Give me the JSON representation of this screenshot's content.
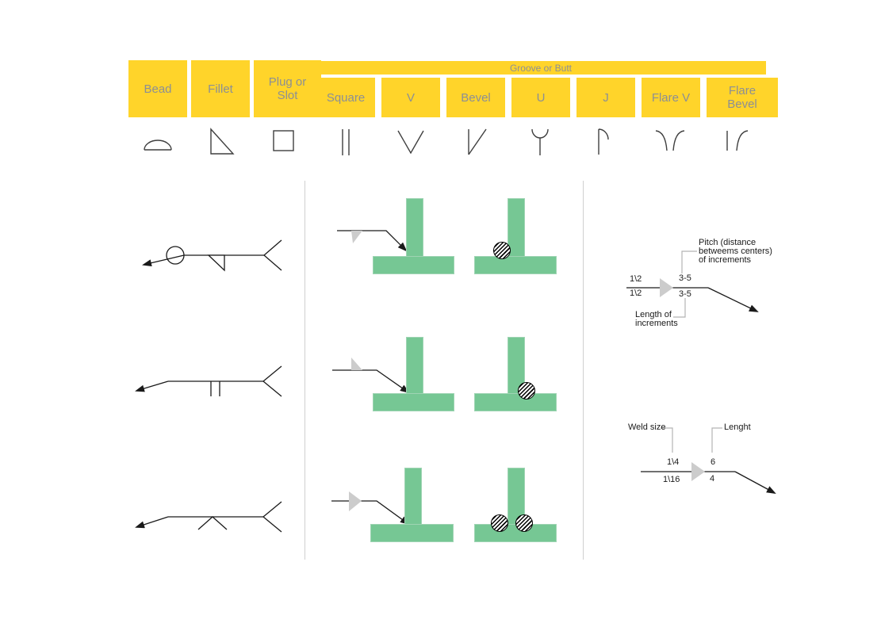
{
  "palette": {
    "yellow": "#FFD42A",
    "header_text": "#8C8F94",
    "green": "#76C794",
    "line_color": "#1A1A1A",
    "leader_gray": "#B3B3B3",
    "triangle_gray": "#CCCCCC"
  },
  "header": {
    "groove_label": "Groove or Butt",
    "cells": [
      {
        "label": "Bead",
        "icon": "bead-symbol-icon"
      },
      {
        "label": "Fillet",
        "icon": "fillet-symbol-icon"
      },
      {
        "label": "Plug or Slot",
        "icon": "plug-or-slot-symbol-icon"
      }
    ],
    "groove_cells": [
      {
        "label": "Square",
        "icon": "square-groove-symbol-icon"
      },
      {
        "label": "V",
        "icon": "v-groove-symbol-icon"
      },
      {
        "label": "Bevel",
        "icon": "bevel-groove-symbol-icon"
      },
      {
        "label": "U",
        "icon": "u-groove-symbol-icon"
      },
      {
        "label": "J",
        "icon": "j-groove-symbol-icon"
      },
      {
        "label": "Flare V",
        "icon": "flare-v-symbol-icon"
      },
      {
        "label": "Flare Bevel",
        "icon": "flare-bevel-symbol-icon"
      }
    ]
  },
  "annotations": {
    "pitch": {
      "line1": "Pitch (distance",
      "line2": "betweems centers)",
      "line3": "of increments"
    },
    "length_top": {
      "line1": "Length of",
      "line2": "increments"
    },
    "top_values": {
      "above_left": "1\\2",
      "below_left": "1\\2",
      "above_right": "3-5",
      "below_right": "3-5"
    },
    "weld_size_label": "Weld size",
    "length_label": "Lenght",
    "bottom_values": {
      "above_left": "1\\4",
      "below_left": "1\\16",
      "above_right": "6",
      "below_right": "4"
    }
  }
}
